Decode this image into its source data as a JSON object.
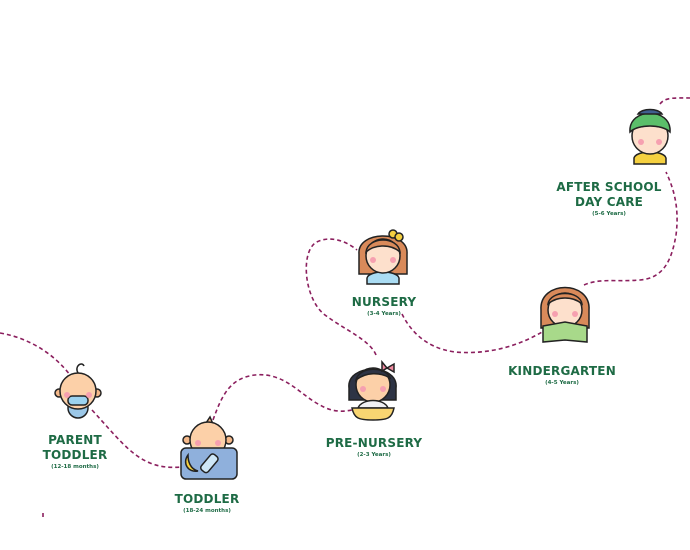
{
  "colors": {
    "path": "#8b1f5e",
    "label": "#1e6b45",
    "outline": "#222222",
    "skin": "#fcd0a8",
    "cheek": "#f6a0b0"
  },
  "stages": [
    {
      "title_lines": [
        "PARENT",
        "TODDLER"
      ],
      "subtitle": "(12-18 months)",
      "icon": "baby-pacifier-icon"
    },
    {
      "title_lines": [
        "TODDLER"
      ],
      "subtitle": "(18-24 months)",
      "icon": "baby-blanket-bottle-icon"
    },
    {
      "title_lines": [
        "PRE-NURSERY"
      ],
      "subtitle": "(2-3 Years)",
      "icon": "girl-bow-bib-icon"
    },
    {
      "title_lines": [
        "NURSERY"
      ],
      "subtitle": "(3-4 Years)",
      "icon": "girl-hair-bow-icon"
    },
    {
      "title_lines": [
        "KINDERGARTEN"
      ],
      "subtitle": "(4-5 Years)",
      "icon": "child-reading-book-icon"
    },
    {
      "title_lines": [
        "AFTER SCHOOL",
        "DAY CARE"
      ],
      "subtitle": "(5-6 Years)",
      "icon": "boy-cap-icon"
    }
  ]
}
